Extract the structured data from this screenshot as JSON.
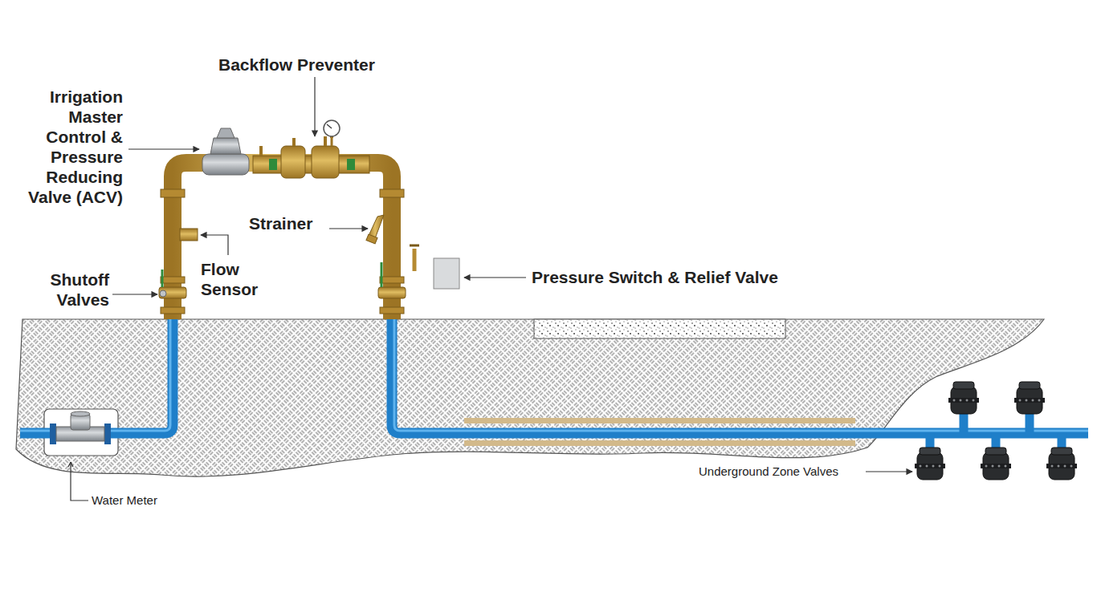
{
  "diagram": {
    "labels": [
      "Backflow Preventer",
      "Irrigation Master Control & Pressure Reducing Valve (ACV)",
      "Flow Sensor",
      "Strainer",
      "Shutoff Valves",
      "Pressure Switch & Relief Valve",
      "Underground Zone Valves",
      "Water Meter"
    ]
  }
}
